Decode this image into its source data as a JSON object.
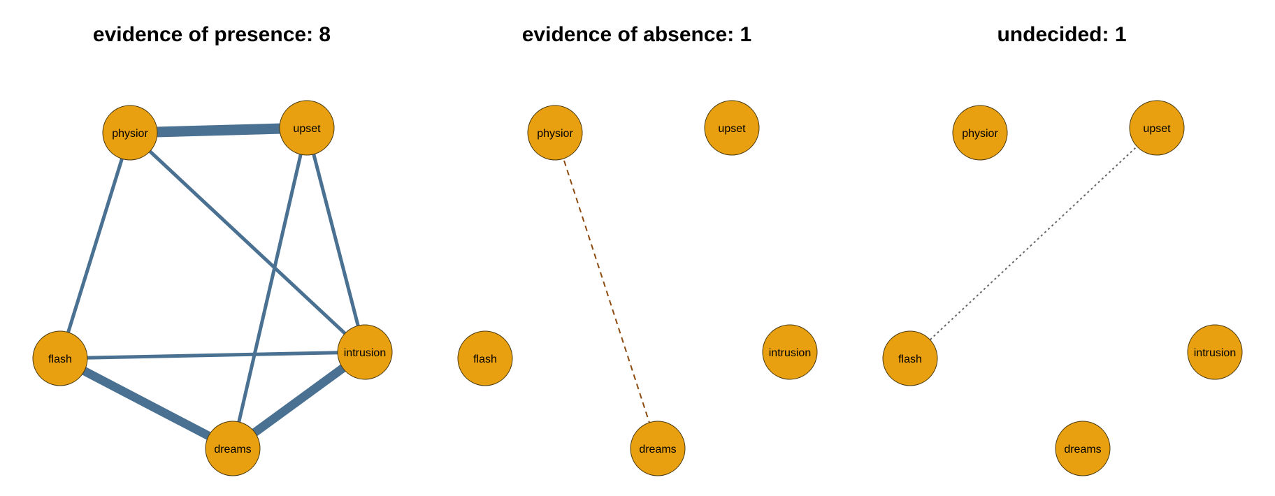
{
  "colors": {
    "node_fill": "#E9A010",
    "node_stroke": "#4a3a10",
    "presence_edge": "#4A7192",
    "absence_edge": "#8B4A0F",
    "undecided_edge": "#666666"
  },
  "panels": [
    {
      "id": "presence",
      "title": "evidence of presence: 8",
      "edge_style": "solid",
      "edges": [
        {
          "from": "physior",
          "to": "upset",
          "weight": 3
        },
        {
          "from": "physior",
          "to": "flash",
          "weight": 1
        },
        {
          "from": "physior",
          "to": "intrusion",
          "weight": 1
        },
        {
          "from": "upset",
          "to": "intrusion",
          "weight": 1
        },
        {
          "from": "upset",
          "to": "dreams",
          "weight": 1
        },
        {
          "from": "flash",
          "to": "intrusion",
          "weight": 1
        },
        {
          "from": "flash",
          "to": "dreams",
          "weight": 2.5
        },
        {
          "from": "intrusion",
          "to": "dreams",
          "weight": 2.5
        }
      ]
    },
    {
      "id": "absence",
      "title": "evidence of absence: 1",
      "edge_style": "dashed",
      "edges": [
        {
          "from": "physior",
          "to": "dreams",
          "weight": 1
        }
      ]
    },
    {
      "id": "undecided",
      "title": "undecided: 1",
      "edge_style": "dotted",
      "edges": [
        {
          "from": "upset",
          "to": "flash",
          "weight": 1
        }
      ]
    }
  ],
  "nodes": [
    "physior",
    "upset",
    "flash",
    "intrusion",
    "dreams"
  ]
}
